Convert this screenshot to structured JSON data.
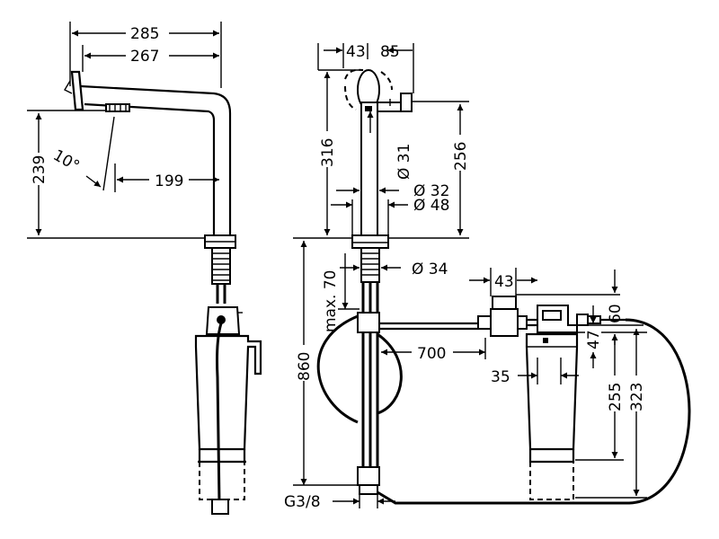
{
  "dimensions": {
    "d285": "285",
    "d267": "267",
    "d239": "239",
    "angle": "10°",
    "d199": "199",
    "d43_top": "43",
    "d85": "85",
    "d316": "316",
    "d256": "256",
    "dia31": "Ø 31",
    "dia32": "Ø 32",
    "dia48": "Ø 48",
    "dia34": "Ø 34",
    "max70": "max. 70",
    "d860": "860",
    "d700": "700",
    "d43_valve": "43",
    "d60": "60",
    "d47": "47",
    "d35": "35",
    "d255": "255",
    "d323": "323",
    "thread": "G3/8"
  }
}
